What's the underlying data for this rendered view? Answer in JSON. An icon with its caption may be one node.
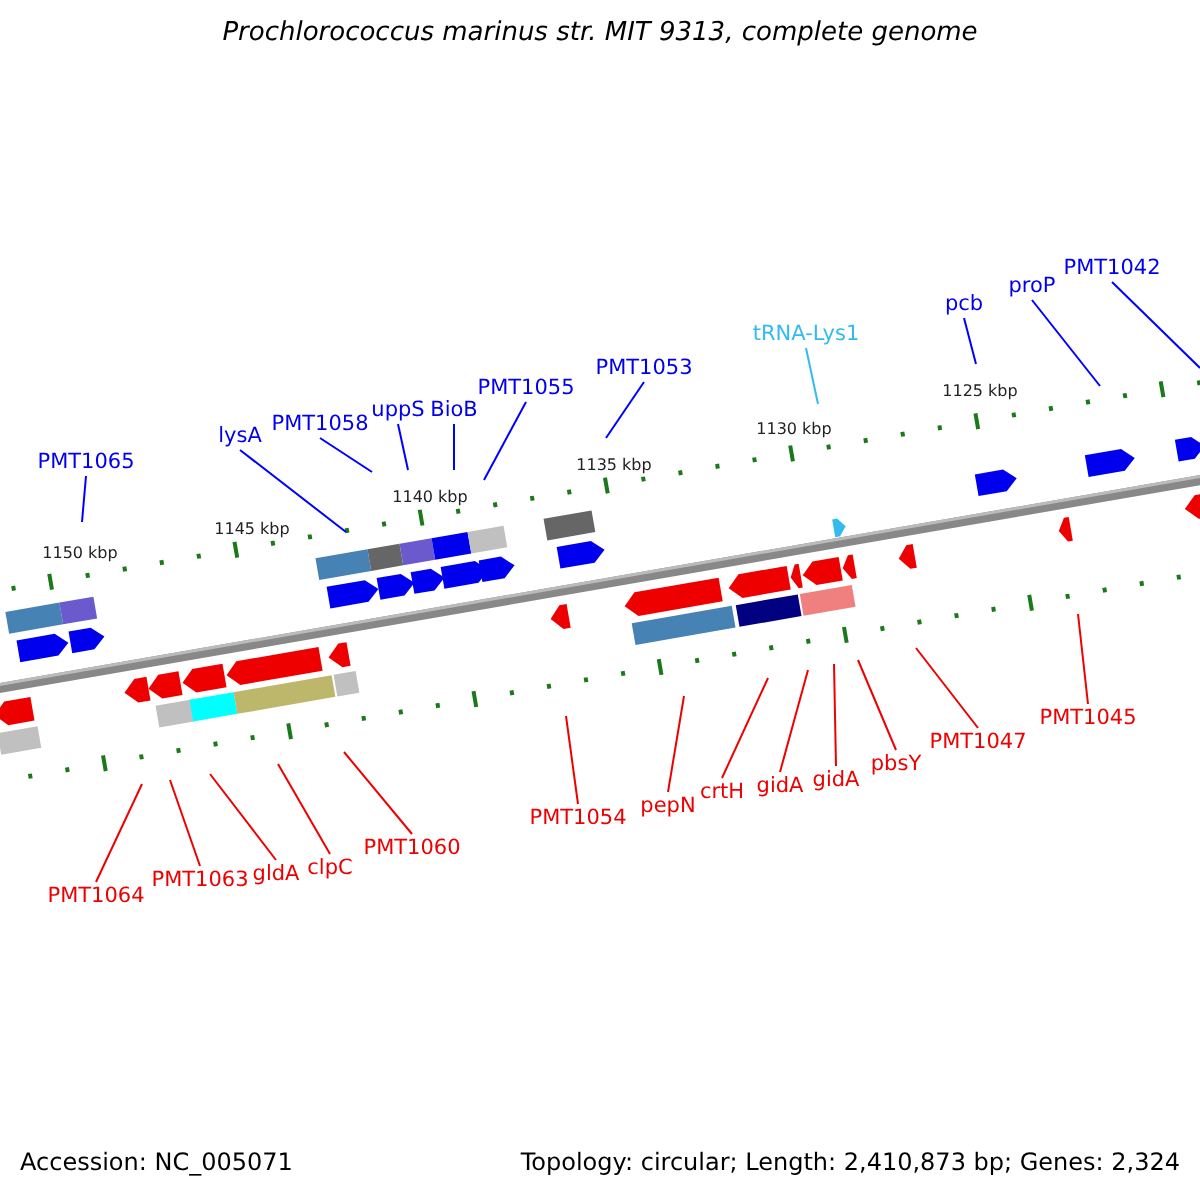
{
  "diagram": {
    "title": "Prochlorococcus marinus str. MIT 9313, complete genome",
    "nodes": [
      {
        "text": [
          "PMT1065"
        ]
      },
      {
        "text": [
          "lysA"
        ]
      },
      {
        "text": [
          "PMT1058"
        ]
      },
      {
        "text": [
          "uppS"
        ]
      },
      {
        "text": [
          "BioB"
        ]
      },
      {
        "text": [
          "PMT1055"
        ]
      },
      {
        "text": [
          "PMT1053"
        ]
      },
      {
        "text": [
          "tRNA-Lys1"
        ]
      },
      {
        "text": [
          "pcb"
        ]
      },
      {
        "text": [
          "proP"
        ]
      },
      {
        "text": [
          "PMT1042"
        ]
      },
      {
        "text": [
          "PMT1064"
        ]
      },
      {
        "text": [
          "PMT1063"
        ]
      },
      {
        "text": [
          "gldA"
        ]
      },
      {
        "text": [
          "clpC"
        ]
      },
      {
        "text": [
          "PMT1060"
        ]
      },
      {
        "text": [
          "PMT1054"
        ]
      },
      {
        "text": [
          "pepN"
        ]
      },
      {
        "text": [
          "crtH"
        ]
      },
      {
        "text": [
          "gidA"
        ]
      },
      {
        "text": [
          "gidA"
        ]
      },
      {
        "text": [
          "pbsY"
        ]
      },
      {
        "text": [
          "PMT1047"
        ]
      },
      {
        "text": [
          "PMT1045"
        ]
      }
    ],
    "edges": [
      {
        "from": 0,
        "to": null,
        "arrow": "none",
        "color": "#0000ff"
      },
      {
        "from": 1,
        "to": null,
        "arrow": "none",
        "color": "#0000ff"
      },
      {
        "from": 2,
        "to": null,
        "arrow": "none",
        "color": "#0000ff"
      },
      {
        "from": 3,
        "to": null,
        "arrow": "none",
        "color": "#0000ff"
      },
      {
        "from": 4,
        "to": null,
        "arrow": "none",
        "color": "#0000ff"
      },
      {
        "from": 5,
        "to": null,
        "arrow": "none",
        "color": "#0000ff"
      },
      {
        "from": 6,
        "to": null,
        "arrow": "none",
        "color": "#0000ff"
      },
      {
        "from": 7,
        "to": null,
        "arrow": "none",
        "color": "#33bbee"
      },
      {
        "from": 8,
        "to": null,
        "arrow": "none",
        "color": "#0000ff"
      },
      {
        "from": 9,
        "to": null,
        "arrow": "none",
        "color": "#0000ff"
      },
      {
        "from": 10,
        "to": null,
        "arrow": "none",
        "color": "#0000ff"
      },
      {
        "from": 11,
        "to": null,
        "arrow": "none"
      },
      {
        "from": 12,
        "to": null,
        "arrow": "none"
      },
      {
        "from": 13,
        "to": null,
        "arrow": "none"
      },
      {
        "from": 14,
        "to": null,
        "arrow": "none"
      },
      {
        "from": 15,
        "to": null,
        "arrow": "none"
      },
      {
        "from": 16,
        "to": null,
        "arrow": "none"
      },
      {
        "from": 17,
        "to": null,
        "arrow": "none"
      },
      {
        "from": 18,
        "to": null,
        "arrow": "none"
      },
      {
        "from": 19,
        "to": null,
        "arrow": "none"
      },
      {
        "from": 20,
        "to": null,
        "arrow": "none"
      },
      {
        "from": 21,
        "to": null,
        "arrow": "none"
      },
      {
        "from": 22,
        "to": null,
        "arrow": "none"
      },
      {
        "from": 23,
        "to": null,
        "arrow": "none"
      }
    ],
    "labels": [
      "1150 kbp",
      "1145 kbp",
      "1140 kbp",
      "1135 kbp",
      "1130 kbp",
      "1125 kbp",
      "Accession: NC_005071",
      "Topology: circular; Length: 2,410,873 bp; Genes: 2,324"
    ]
  }
}
